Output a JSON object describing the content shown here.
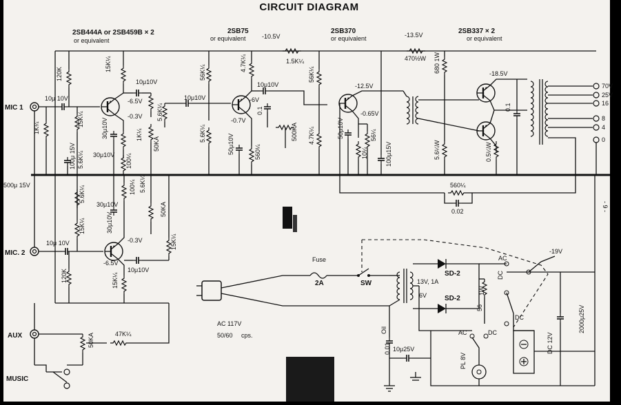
{
  "title": "CIRCUIT DIAGRAM",
  "page_mark": "- 9 -",
  "transistors": {
    "input_pair": "2SB444A or 2SB459B × 2",
    "input_pair_alt": "or equivalent",
    "driver1": "2SB75",
    "driver1_alt": "or equivalent",
    "driver2": "2SB370",
    "driver2_alt": "or equivalent",
    "output_pair": "2SB337 × 2",
    "output_pair_alt": "or equivalent"
  },
  "inputs": {
    "mic1": "MIC 1",
    "mic2": "MIC. 2",
    "aux": "AUX",
    "music": "MUSIC"
  },
  "voltages": {
    "v_minus_10_5": "-10.5V",
    "v_minus_13_5": "-13.5V",
    "v_minus_18_5": "-18.5V",
    "v_minus_6_5_top": "-6.5V",
    "v_minus_0_3_top": "-0.3V",
    "v_minus_6": "-6V",
    "v_minus_0_7": "-0.7V",
    "v_minus_12_5": "-12.5V",
    "v_minus_0_65": "-0.65V",
    "v_minus_0_3_bot": "-0.3V",
    "v_minus_6_5_bot": "-6.5V",
    "v_minus_19": "-19V"
  },
  "components": {
    "r_120k_top": "120K",
    "r_15k_top": "15K¼",
    "c_10u_in1": "10μ 10V",
    "c_10u_a": "10μ10V",
    "c_30u_a": "30μ10V",
    "c_30u_b": "30μ10V",
    "r_1k_in": "1K¼",
    "r_15k_a": "15K¼",
    "r_56k_a": "5.6K¼",
    "r_1k_a": "1K¼",
    "r_56k_b": "5.6K¼",
    "r_100_a": "100¼",
    "vr_50ka_a": "50KA",
    "c_10u_b": "10μ10V",
    "r_56k_c": "56K¼",
    "r_56k_d": "5.6K¼",
    "r_47k_a": "4.7K¼",
    "r_15k_b": "1.5K¼",
    "c_10u_c": "10μ10V",
    "c_01_a": "0.1",
    "vr_500ka": "500KA",
    "c_50u_a": "50μ10V",
    "r_560_a": "560¼",
    "r_56k_e": "56K¼",
    "r_47k_b": "4.7K¼",
    "c_50u_b": "50μ10V",
    "r_10_a": "10¼",
    "r_56_a": "56¼",
    "c_100u": "100μ15V",
    "r_470": "470½W",
    "r_680": "680 1W",
    "r_56_b": "5.6¼W",
    "r_05": "0.5¼W",
    "c_01_b": "0.1",
    "c_100u_in": "100μ 15V",
    "c_500u": "500μ 15V",
    "r_560_fb": "560¼",
    "c_002": "0.02",
    "r_56k_f": "5.6K¼",
    "r_15k_c": "15K¼",
    "c_30u_c": "30μ10V",
    "c_30u_d": "30μ10V",
    "r_100_b": "100¼",
    "r_56k_g": "5.6K¼",
    "vr_50ka_b": "50KA",
    "r_15k_d": "15K¼",
    "c_10u_in2": "10μ 10V",
    "c_10u_d": "10μ10V",
    "r_120k_bot": "120K",
    "r_15k_bot": "15K¼",
    "vr_50ka_c": "50KA",
    "r_47k_c": "47K¼",
    "c_001": "0.01",
    "c_oil": "Oil",
    "c_10u_e": "10μ25V",
    "r_56_1w": "56",
    "r_56_1w_b": "1W",
    "c_2000u": "2000μ25V"
  },
  "outputs": [
    "70V",
    "25V",
    "16",
    "8",
    "4",
    "0"
  ],
  "power": {
    "fuse": "Fuse",
    "fuse_value": "2A",
    "switch": "SW",
    "transformer": "13V, 1A",
    "tap": "6V",
    "diode1": "SD-2",
    "diode2": "SD-2",
    "ac1": "AC",
    "dc1": "DC",
    "dc2": "DC",
    "ac2": "AC",
    "dc3": "DC",
    "dc_supply": "DC 12V",
    "pilot": "PL 8V",
    "mains": "AC 117V",
    "mains_freq": "50/60",
    "mains_freq_unit": "cps."
  },
  "colors": {
    "paper": "#f4f2ee",
    "ink": "#111111"
  }
}
